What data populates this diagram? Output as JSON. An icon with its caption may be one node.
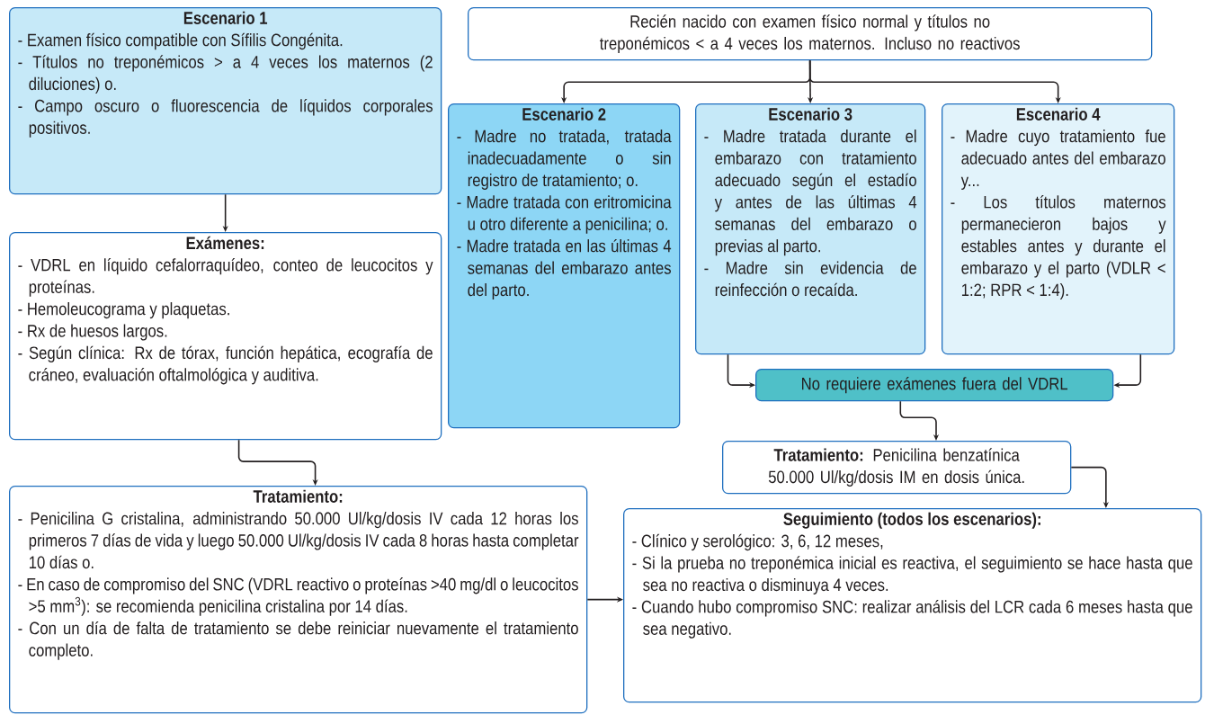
{
  "diagram": {
    "nodes": [
      {
        "text": [
          "Escenario 1",
          "- Examen físico compatible con Sífilis Congénita.",
          "- Títulos no treponémicos > a 4 veces los maternos (2 diluciones) o.",
          "- Campo oscuro o fluorescencia de líquidos corporales positivos."
        ]
      },
      {
        "text": [
          "Exámenes:",
          "- VDRL en líquido cefalorraquídeo, conteo de leucocitos y proteínas.",
          "- Hemoleucograma y plaquetas.",
          "- Rx de huesos largos.",
          "- Según clínica: Rx de tórax, función hepática, ecografía de cráneo, evaluación oftalmológica y auditiva."
        ]
      },
      {
        "text": [
          "Tratamiento:",
          "- Penicilina G cristalina, administrando 50.000 Ul/kg/dosis IV cada 12  horas los primeros 7 días de vida y luego 50.000 Ul/kg/dosis IV cada 8 horas hasta completar 10 días o.",
          "- En caso de compromiso del SNC (VDRL reactivo o proteínas >40 mg/dl o leucocitos >5 mm$^{3}$): se recomienda penicilina cristalina por 14 días.",
          "- Con un día de falta de tratamiento se debe reiniciar nuevamente el tratamiento completo."
        ]
      },
      {
        "text": [
          "Recién nacido con examen físico normal y  títulos no treponémicos < a 4 veces los  maternos. Incluso no reactivos"
        ]
      },
      {
        "text": [
          "Escenario 2",
          "- Madre no tratada, tratada inadecuadamente o sin registro de tratamiento; o.",
          "- Madre tratada con eritromicina u otro diferente a penicilina; o.",
          "- Madre tratada en las últimas 4 semanas del embarazo antes del parto."
        ]
      },
      {
        "text": [
          "Escenario 3",
          "- Madre tratada durante el embarazo con tratamiento adecuado según el estadío y antes de las últimas 4 semanas del embarazo o previas al parto.",
          "- Madre sin evidencia de reinfección o recaída."
        ]
      },
      {
        "text": [
          "Escenario 4",
          "- Madre cuyo tratamiento fue adecuado antes del embarazo y...",
          "- Los títulos maternos permanecieron bajos y estables antes y durante el embarazo y el parto (VDLR < 1:2; RPR < 1:4)."
        ]
      },
      {
        "text": [
          "No requiere exámenes fuera del VDRL"
        ]
      },
      {
        "text": [
          "**Tratamiento:** Penicilina benzatínica 50.000 Ul/kg/dosis IM en dosis única."
        ]
      },
      {
        "text": [
          "Seguimiento (todos los escenarios):",
          "- Clínico y serológico: 3, 6, 12 meses,",
          "- Si la prueba no treponémica inicial es reactiva, el seguimiento se hace hasta que sea no reactiva o disminuya 4 veces.",
          "- Cuando hubo compromiso SNC: realizar análisis del LCR cada 6 meses hasta que sea negativo."
        ]
      }
    ],
    "edges": [
      {
        "from": 0,
        "to": 1,
        "arrow": "to"
      },
      {
        "from": 1,
        "to": 2,
        "arrow": "to"
      },
      {
        "from": 2,
        "to": 9,
        "arrow": "to"
      },
      {
        "from": 3,
        "to": 4,
        "arrow": "to"
      },
      {
        "from": 3,
        "to": 5,
        "arrow": "to"
      },
      {
        "from": 3,
        "to": 6,
        "arrow": "to"
      },
      {
        "from": 5,
        "to": 7,
        "arrow": "to"
      },
      {
        "from": 6,
        "to": 7,
        "arrow": "to"
      },
      {
        "from": 7,
        "to": 8,
        "arrow": "to"
      },
      {
        "from": 8,
        "to": 9,
        "arrow": "to"
      }
    ]
  }
}
